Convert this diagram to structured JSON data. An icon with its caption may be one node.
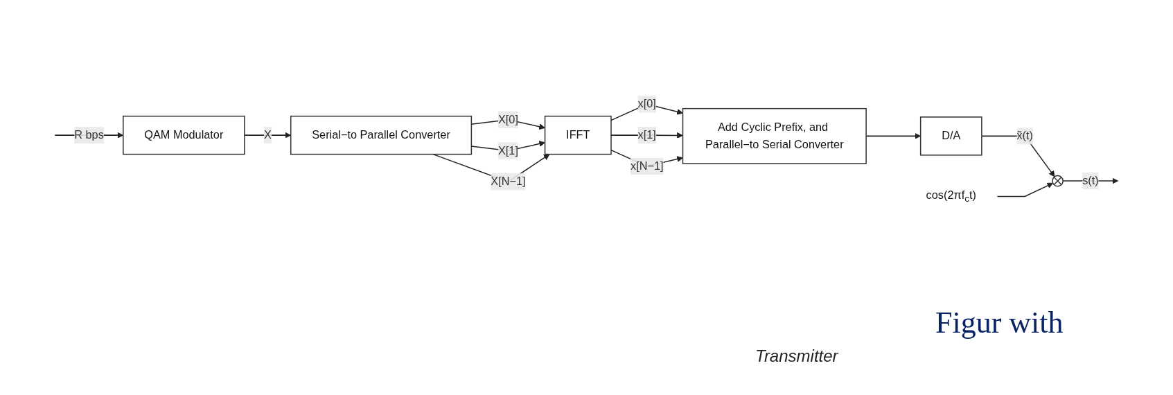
{
  "diagram": {
    "caption": "Figur with",
    "nodes": [
      {
        "text": [
          "QAM Modulator"
        ]
      },
      {
        "text": [
          "Serial−to Parallel Converter"
        ]
      },
      {
        "text": [
          "IFFT"
        ]
      },
      {
        "text": [
          "Add Cyclic Prefix, and Parallel−to Serial Converter"
        ]
      },
      {
        "text": [
          "D/A"
        ]
      },
      {
        "text": [],
        "shape": "circle"
      },
      {
        "text": [
          "cos(2πf$_{c}$t)"
        ]
      }
    ],
    "edges": [
      {
        "from": null,
        "to": 0,
        "arrow": "to",
        "label": "R bps"
      },
      {
        "from": 0,
        "to": 1,
        "arrow": "to",
        "label": "X"
      },
      {
        "from": 1,
        "to": 2,
        "arrow": "to",
        "label": "X[0]"
      },
      {
        "from": 1,
        "to": 2,
        "arrow": "to",
        "label": "X[1]"
      },
      {
        "from": 1,
        "to": 2,
        "arrow": "to",
        "label": "X[N−1]"
      },
      {
        "from": 2,
        "to": 3,
        "arrow": "to",
        "label": "x[0]"
      },
      {
        "from": 2,
        "to": 3,
        "arrow": "to",
        "label": "x[1]"
      },
      {
        "from": 2,
        "to": 3,
        "arrow": "to",
        "label": "x[N−1]"
      },
      {
        "from": 3,
        "to": 4,
        "arrow": "to"
      },
      {
        "from": 4,
        "to": 5,
        "arrow": "to",
        "label": "x̃(t)"
      },
      {
        "from": 6,
        "to": 5,
        "arrow": "to"
      },
      {
        "from": 5,
        "to": null,
        "arrow": "to",
        "label": "s(t)"
      }
    ],
    "labels": [
      "Transmitter"
    ]
  }
}
